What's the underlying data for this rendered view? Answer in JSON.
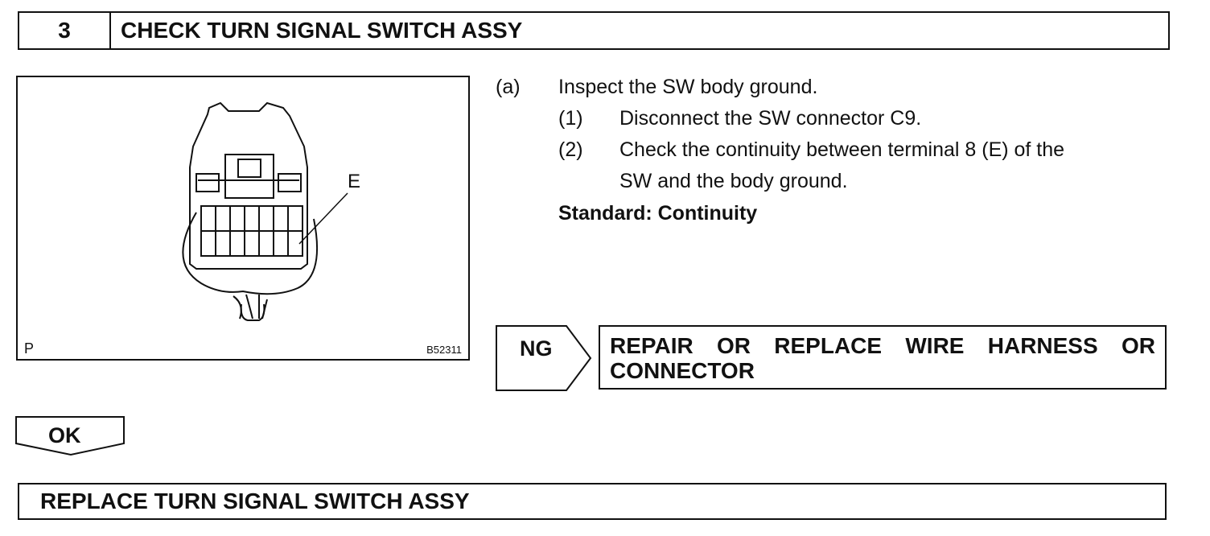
{
  "step": {
    "number": "3",
    "title": "CHECK TURN SIGNAL SWITCH ASSY"
  },
  "figure": {
    "corner_label": "P",
    "code": "B52311",
    "callout": "E"
  },
  "instructions": {
    "a_marker": "(a)",
    "a_text": "Inspect the SW body ground.",
    "s1_marker": "(1)",
    "s1_text": "Disconnect the SW connector C9.",
    "s2_marker": "(2)",
    "s2_line1": "Check the continuity between terminal 8 (E) of the",
    "s2_line2": "SW and the body ground.",
    "standard": "Standard: Continuity"
  },
  "ng": {
    "label": "NG",
    "action_words_line1": [
      "REPAIR",
      "OR",
      "REPLACE",
      "WIRE",
      "HARNESS",
      "OR"
    ],
    "action_line2": "CONNECTOR"
  },
  "ok": {
    "label": "OK"
  },
  "result": {
    "text": "REPLACE TURN SIGNAL SWITCH ASSY"
  }
}
